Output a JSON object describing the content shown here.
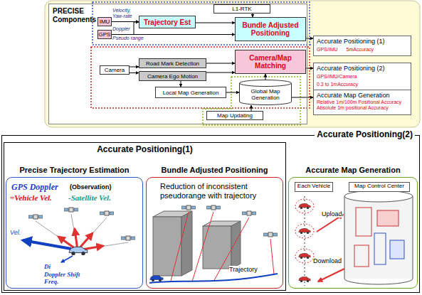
{
  "diagram": {
    "nodes": [
      {
        "text": [
          "PRECISE Components"
        ]
      },
      {
        "text": [
          "IMU"
        ],
        "in": 0
      },
      {
        "text": [
          "GPS"
        ],
        "in": 0
      },
      {
        "text": [
          "Trajectory Est"
        ],
        "in": 0
      },
      {
        "text": [
          "L1-RTK"
        ],
        "in": 0
      },
      {
        "text": [
          "Bundle Adjusted Positioning"
        ],
        "in": 0
      },
      {
        "text": [
          "Camera"
        ],
        "in": 0
      },
      {
        "text": [
          "Road Mark Detection"
        ],
        "in": 0
      },
      {
        "text": [
          "Camera Ego Motion"
        ],
        "in": 0
      },
      {
        "text": [
          "Camera/Map Matching"
        ],
        "in": 0
      },
      {
        "text": [
          "Local Map Generation"
        ],
        "in": 0
      },
      {
        "text": [
          "Global Map Generation"
        ],
        "in": 0
      },
      {
        "text": [
          "Map Updating"
        ],
        "in": 0
      },
      {
        "text": [
          "Accurate Positioning (1)",
          "GPS/IMU",
          "5mAccuracy"
        ]
      },
      {
        "text": [
          "Accurate Positioning (2)",
          "GPS/IMU/Camera",
          "0.3 to 1mAccuracy"
        ]
      },
      {
        "text": [
          "Accurate Map Generation",
          "Relative 1m/100m Positional Accuracy",
          "Absolute 1m positional Accuracy"
        ]
      },
      {
        "text": [
          "Accurate Positioning(2)"
        ]
      },
      {
        "text": [
          "Accurate Positioning(1)"
        ],
        "in": 16
      },
      {
        "text": [
          "Precise Trajectory Estimation"
        ],
        "in": 17
      },
      {
        "text": [
          "Bundle Adjusted Positioning"
        ],
        "in": 17
      },
      {
        "text": [
          "Accurate Map Generation"
        ],
        "in": 16
      },
      {
        "text": [
          "Each Vehicle"
        ],
        "in": 20
      },
      {
        "text": [
          "Map Control Center"
        ],
        "in": 20
      }
    ],
    "edges": [
      {
        "from": 1,
        "to": 3,
        "label": "Velocity, Yaw-rate",
        "arrow": "to"
      },
      {
        "from": 2,
        "to": 3,
        "label": "Doppler",
        "arrow": "to"
      },
      {
        "from": 2,
        "to": 5,
        "label": "Pseudo range",
        "arrow": "to"
      },
      {
        "from": 4,
        "to": 5,
        "arrow": "to"
      },
      {
        "from": 3,
        "to": 5,
        "arrow": "to"
      },
      {
        "from": 6,
        "to": 7,
        "arrow": "to"
      },
      {
        "from": 6,
        "to": 8,
        "arrow": "to"
      },
      {
        "from": 7,
        "to": 9,
        "arrow": "to"
      },
      {
        "from": 8,
        "to": 9,
        "arrow": "to"
      },
      {
        "from": 8,
        "to": 10,
        "arrow": "to"
      },
      {
        "from": 10,
        "to": 11,
        "arrow": "to"
      },
      {
        "from": 11,
        "to": 9,
        "arrow": "to"
      },
      {
        "from": 12,
        "to": 11,
        "arrow": "to"
      },
      {
        "from": 5,
        "to": 13,
        "arrow": "to"
      },
      {
        "from": 9,
        "to": 14,
        "arrow": "to"
      },
      {
        "from": 11,
        "to": 15,
        "arrow": "to"
      }
    ],
    "labels": [
      "GPS Doppler",
      "(Observation)",
      "=Vehicle Vel.",
      "-Satellite Vel.",
      "Vel.",
      "Di",
      "Doppler Shift Freq.",
      "Reduction of inconsistent pseudorange with trajectory",
      "Trajectory",
      "Upload",
      "Download"
    ]
  }
}
